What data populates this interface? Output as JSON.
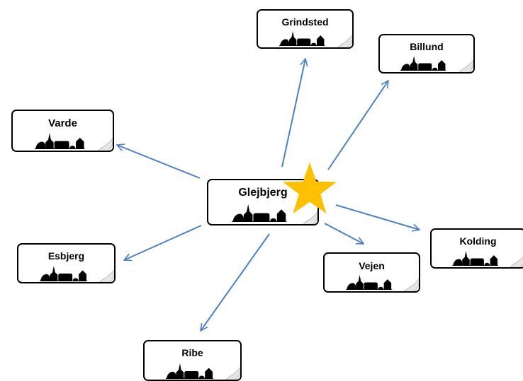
{
  "towns": {
    "center": "Glejbjerg",
    "grindsted": "Grindsted",
    "billund": "Billund",
    "varde": "Varde",
    "kolding": "Kolding",
    "vejen": "Vejen",
    "esbjerg": "Esbjerg",
    "ribe": "Ribe"
  },
  "icons": {
    "sign_skyline": "town-skyline-icon",
    "star": "star-icon"
  },
  "colors": {
    "arrow": "#4f81bd",
    "star": "#ffc000",
    "sign_border": "#000000",
    "skyline": "#000000"
  }
}
